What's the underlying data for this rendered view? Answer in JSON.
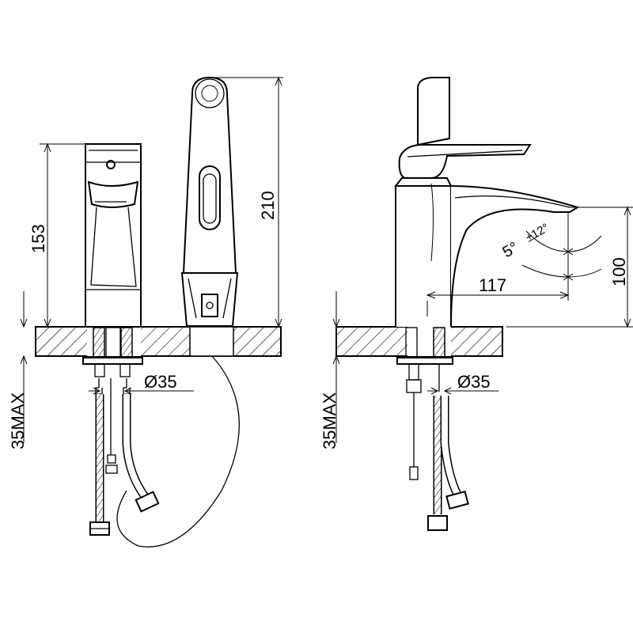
{
  "dimensions": {
    "left_body_height": "153",
    "left_mount_depth": "35MAX",
    "left_hole_diameter": "Ø35",
    "handshower_height": "210",
    "right_mount_depth": "35MAX",
    "right_hole_diameter": "Ø35",
    "spout_reach": "117",
    "spout_height": "100",
    "lever_tilt_angle": "5°",
    "lever_swing_angle": "±12°"
  }
}
